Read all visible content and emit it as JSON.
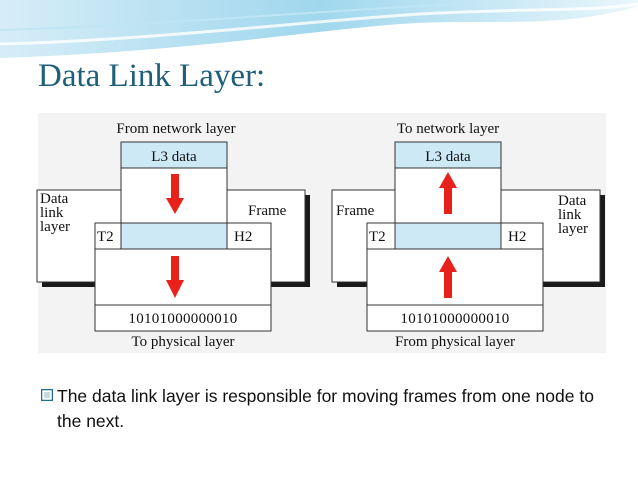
{
  "slide": {
    "title": "Data Link Layer:",
    "bullet": "The data link layer is responsible for moving frames from one node to the next."
  },
  "diagram": {
    "sender": {
      "top_label": "From network layer",
      "data_label": "L3 data",
      "side_label": [
        "Data",
        "link",
        "layer"
      ],
      "frame_label": "Frame",
      "trailer": "T2",
      "header": "H2",
      "bits": "10101000000010",
      "bottom_label": "To physical layer"
    },
    "receiver": {
      "top_label": "To network layer",
      "data_label": "L3 data",
      "side_label": [
        "Data",
        "link",
        "layer"
      ],
      "frame_label": "Frame",
      "trailer": "T2",
      "header": "H2",
      "bits": "10101000000010",
      "bottom_label": "From physical layer"
    }
  },
  "colors": {
    "title": "#1f5f7a",
    "data_fill": "#cde9f5",
    "arrow": "#e8221b",
    "bullet_icon": "#1f6f8f",
    "diagram_bg": "#f2f2f2"
  }
}
